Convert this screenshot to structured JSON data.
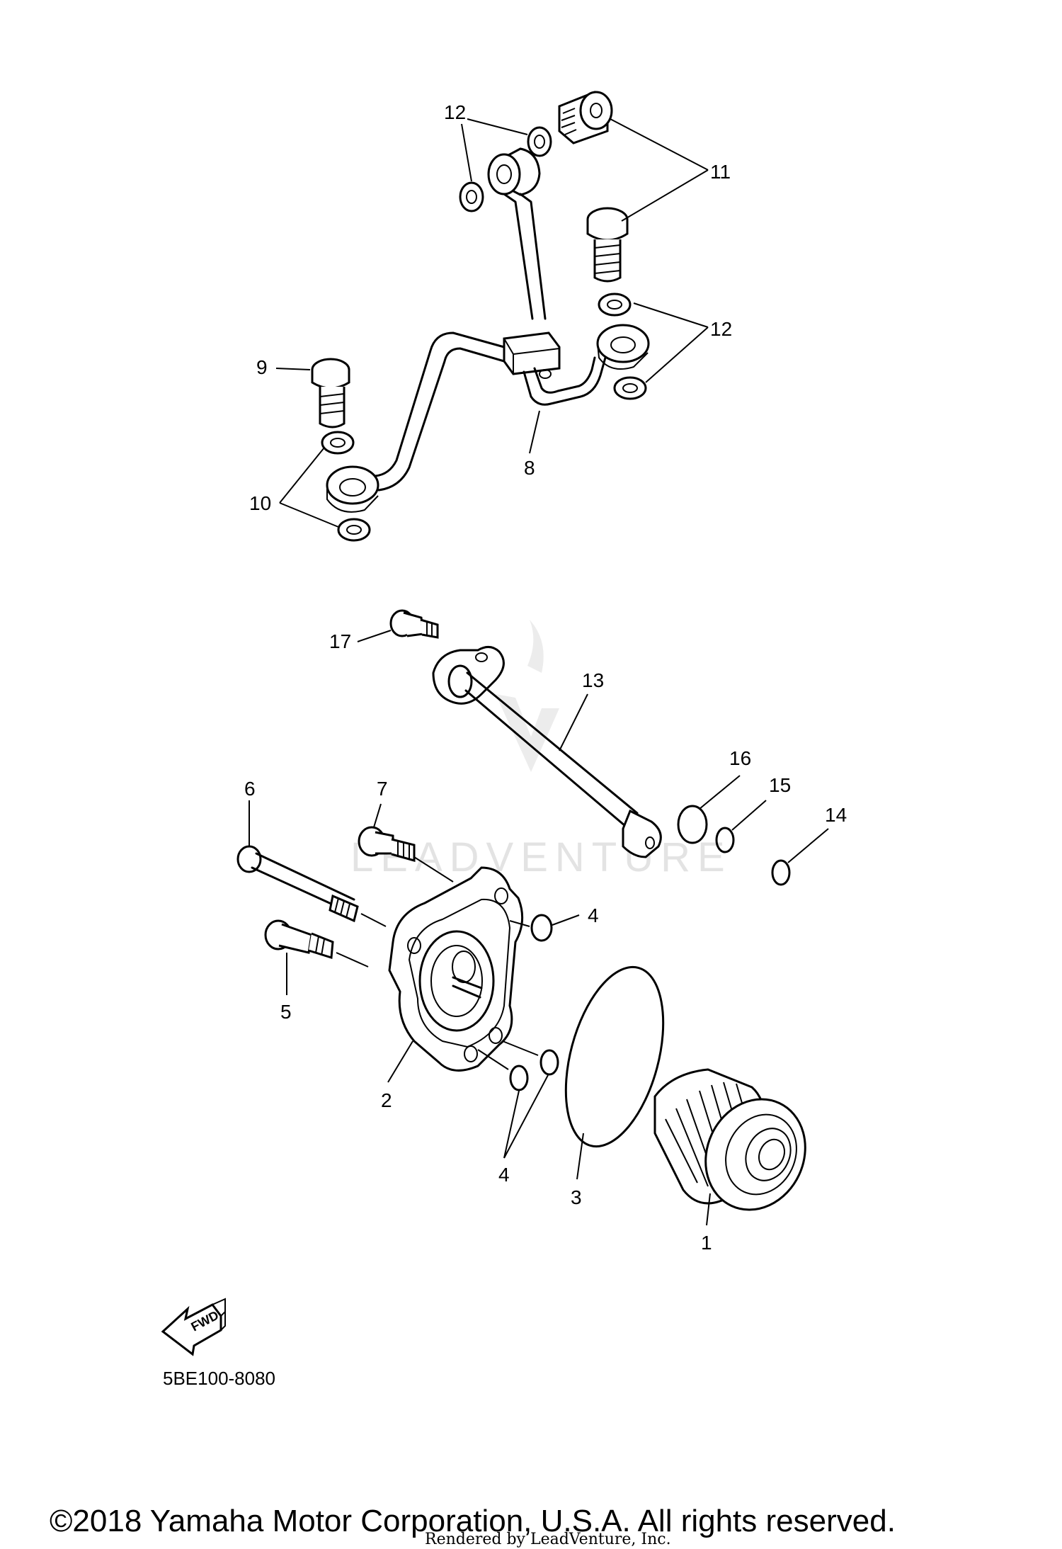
{
  "diagram": {
    "callouts": {
      "c1": "1",
      "c2": "2",
      "c3": "3",
      "c4a": "4",
      "c4b": "4",
      "c5": "5",
      "c6": "6",
      "c7": "7",
      "c8": "8",
      "c9": "9",
      "c10": "10",
      "c11": "11",
      "c12a": "12",
      "c12b": "12",
      "c13": "13",
      "c14": "14",
      "c15": "15",
      "c16": "16",
      "c17": "17"
    },
    "fwd_label": "FWD",
    "diagram_code": "5BE100-8080",
    "watermark": "LEADVENTURE"
  },
  "footer": {
    "copyright": "©2018 Yamaha Motor Corporation, U.S.A. All rights reserved.",
    "rendered_by": "Rendered by LeadVenture, Inc."
  }
}
